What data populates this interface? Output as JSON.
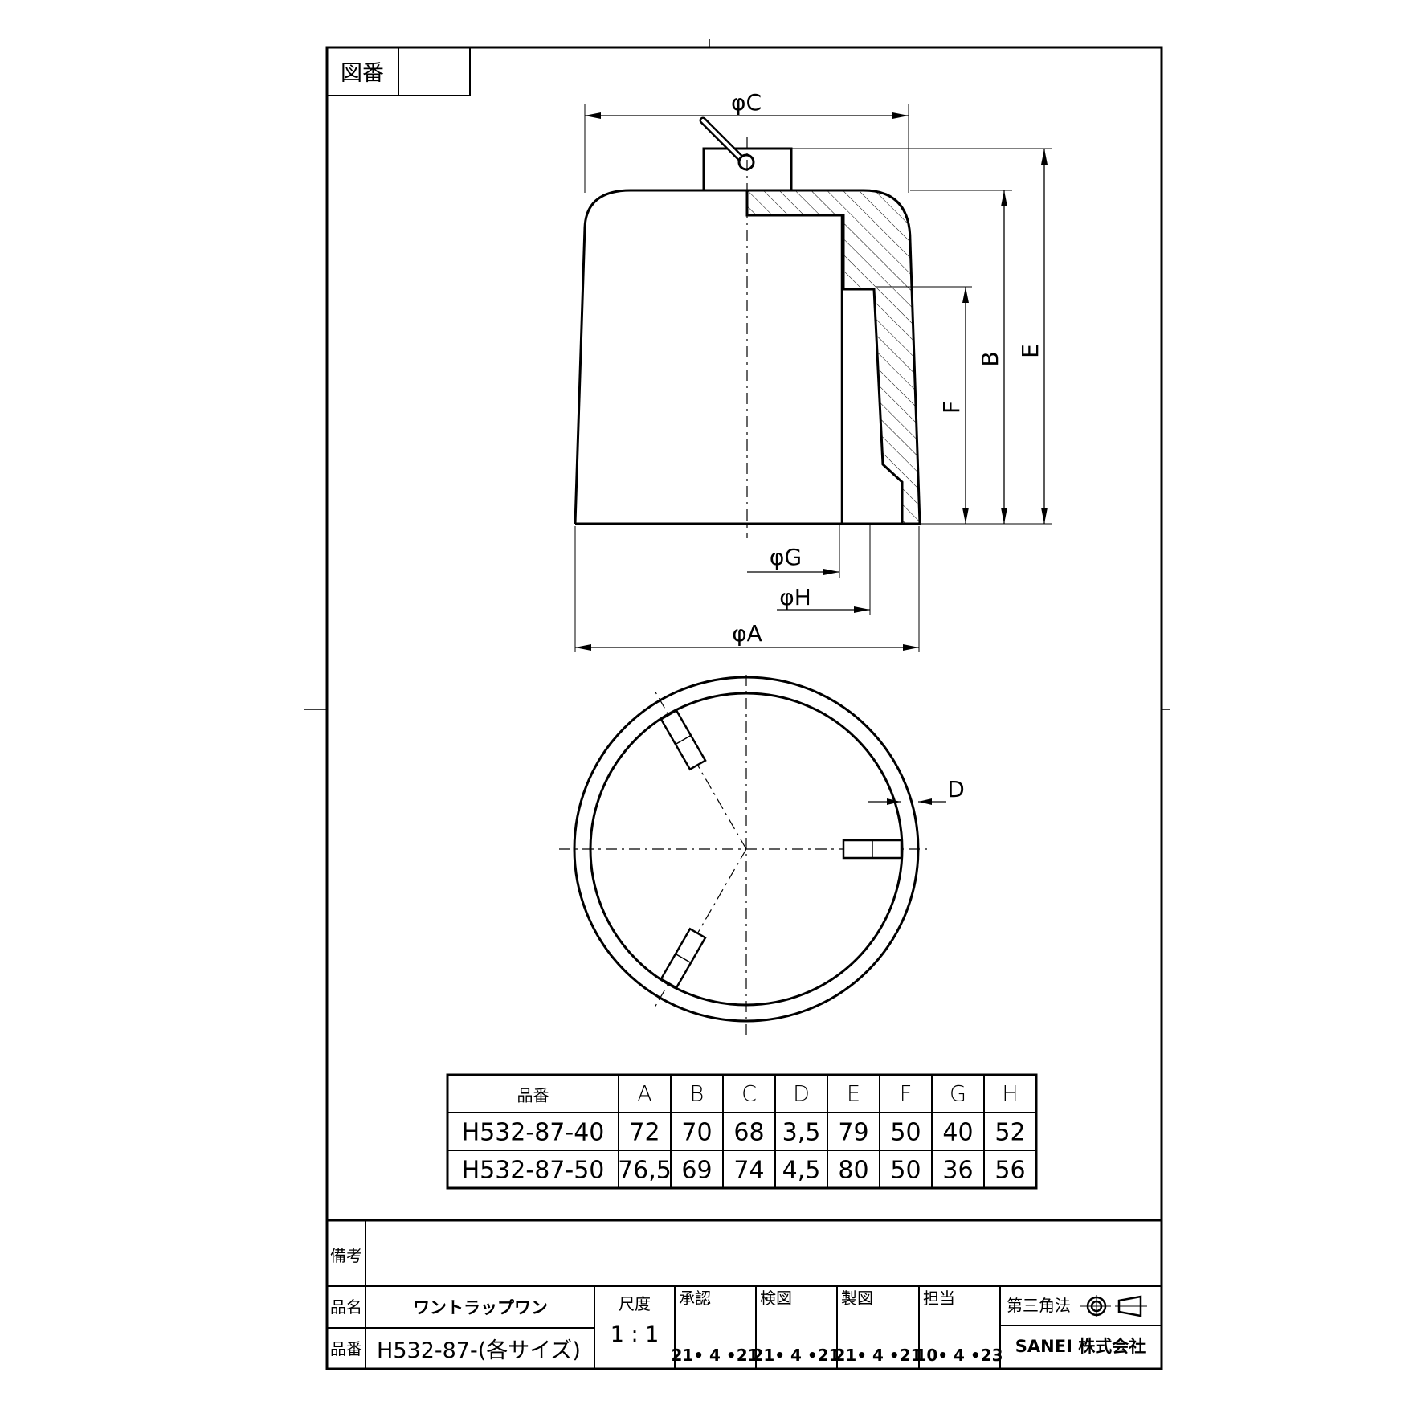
{
  "sheet": {
    "drawing_number_label": "図番",
    "drawing_number_value": ""
  },
  "dimensions": {
    "c": "φC",
    "b": "B",
    "e": "E",
    "f": "F",
    "g": "φG",
    "h": "φH",
    "a": "φA",
    "d": "D"
  },
  "size_table": {
    "header": [
      "品番",
      "A",
      "B",
      "C",
      "D",
      "E",
      "F",
      "G",
      "H"
    ],
    "rows": [
      [
        "H532-87-40",
        "72",
        "70",
        "68",
        "3,5",
        "79",
        "50",
        "40",
        "52"
      ],
      [
        "H532-87-50",
        "76,5",
        "69",
        "74",
        "4,5",
        "80",
        "50",
        "36",
        "56"
      ]
    ]
  },
  "title_block": {
    "remarks_label": "備考",
    "remarks_value": "",
    "name_label": "品名",
    "name_value": "ワントラップワン",
    "part_label": "品番",
    "part_value": "H532-87-(各サイズ)",
    "scale_label": "尺度",
    "scale_value": "1 : 1",
    "approved_label": "承認",
    "approved_date": "21• 4 •21",
    "checked_label": "検図",
    "checked_date": "21• 4 •21",
    "drawn_label": "製図",
    "drawn_date": "21• 4 •21",
    "charge_label": "担当",
    "charge_date": "10• 4 •23",
    "projection_label": "第三角法",
    "company": "SANEI 株式会社"
  }
}
